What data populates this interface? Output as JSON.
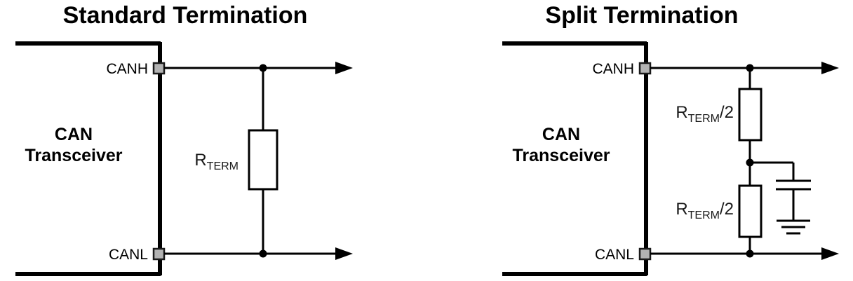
{
  "figure": {
    "title_left": "Standard Termination",
    "title_right": "Split Termination",
    "background_color": "#ffffff",
    "line_color": "#000000",
    "pin_fill_color": "#b3b3b3"
  },
  "diagrams": [
    {
      "id": "standard-termination",
      "title": "Standard Termination",
      "block": {
        "label_line1": "CAN",
        "label_line2": "Transceiver"
      },
      "pins": [
        {
          "name": "CANH",
          "label": "CANH"
        },
        {
          "name": "CANL",
          "label": "CANL"
        }
      ],
      "components": [
        {
          "type": "resistor",
          "name": "rterm",
          "label_main": "R",
          "label_sub": "TERM",
          "label_suffix": ""
        }
      ],
      "nets": [
        {
          "name": "canh-bus",
          "terminated": "arrow"
        },
        {
          "name": "canl-bus",
          "terminated": "arrow"
        }
      ]
    },
    {
      "id": "split-termination",
      "title": "Split Termination",
      "block": {
        "label_line1": "CAN",
        "label_line2": "Transceiver"
      },
      "pins": [
        {
          "name": "CANH",
          "label": "CANH"
        },
        {
          "name": "CANL",
          "label": "CANL"
        }
      ],
      "components": [
        {
          "type": "resistor",
          "name": "rterm-upper",
          "label_main": "R",
          "label_sub": "TERM",
          "label_suffix": "/2"
        },
        {
          "type": "resistor",
          "name": "rterm-lower",
          "label_main": "R",
          "label_sub": "TERM",
          "label_suffix": "/2"
        },
        {
          "type": "capacitor",
          "name": "split-capacitor",
          "label": ""
        },
        {
          "type": "ground",
          "name": "ground-symbol",
          "label": ""
        }
      ],
      "nets": [
        {
          "name": "canh-bus",
          "terminated": "arrow"
        },
        {
          "name": "canl-bus",
          "terminated": "arrow"
        },
        {
          "name": "split-node",
          "terminated": "capacitor-to-ground"
        }
      ]
    }
  ]
}
